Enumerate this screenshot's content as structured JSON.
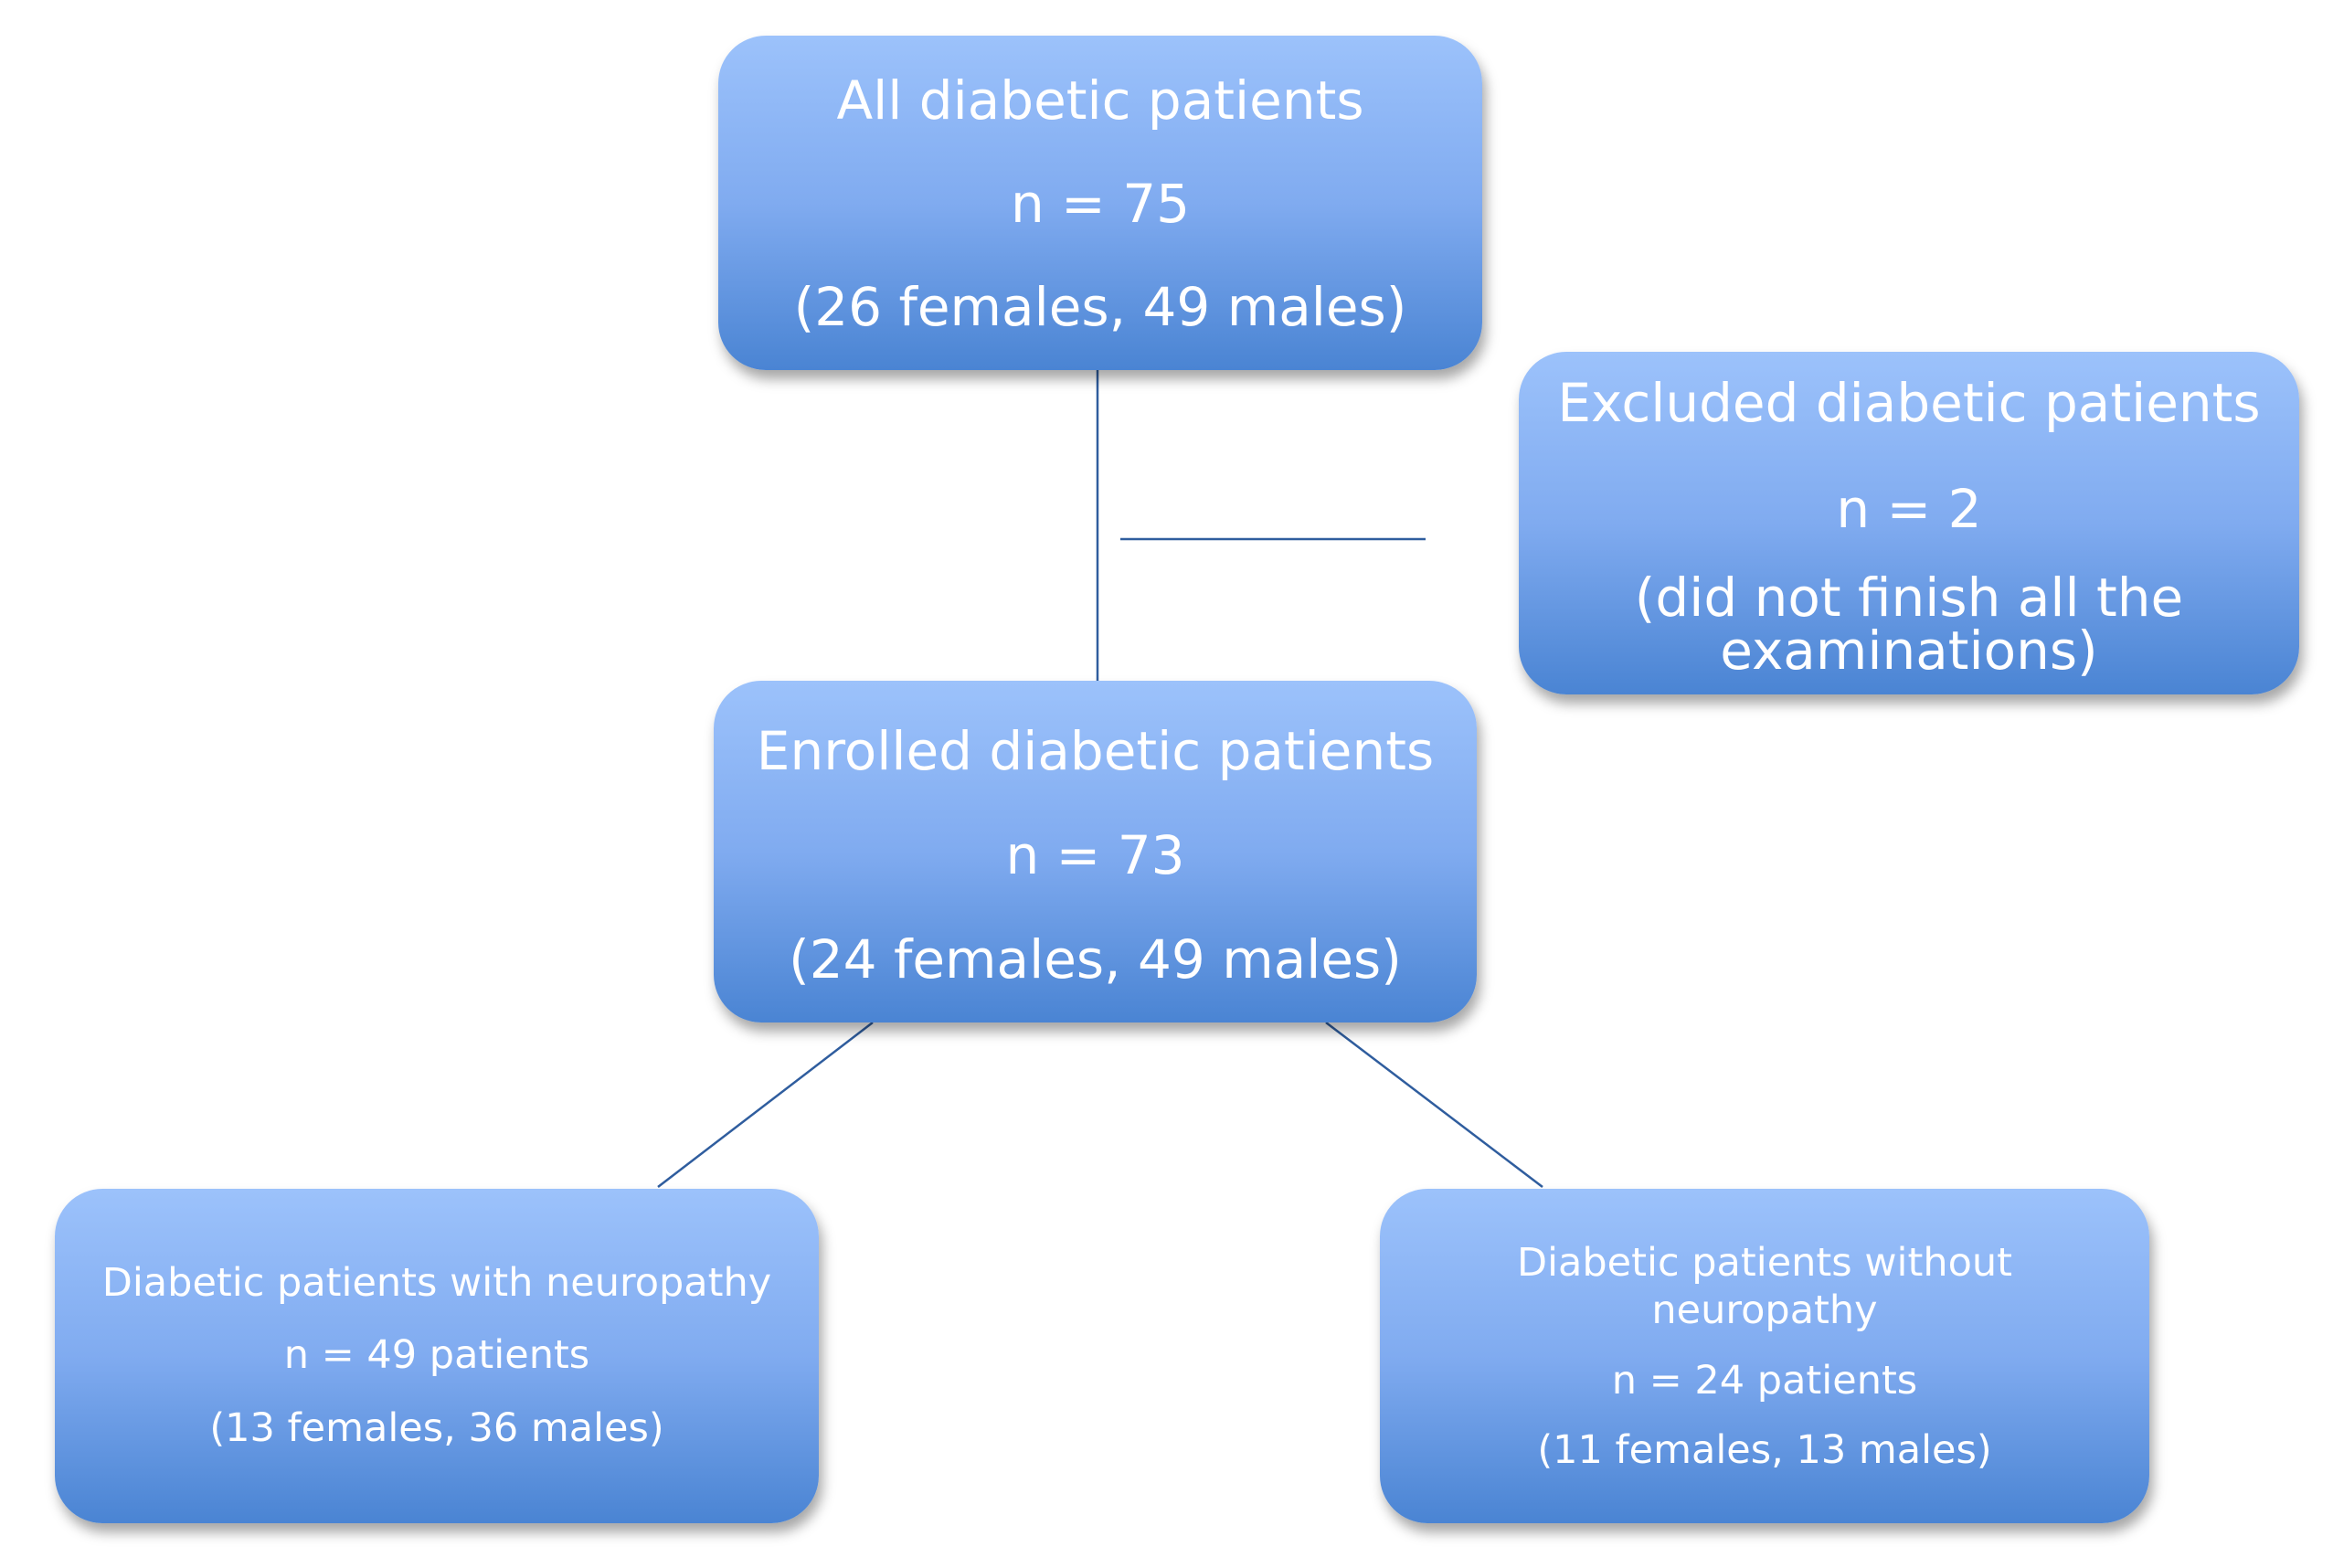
{
  "nodes": {
    "all": {
      "title": "All diabetic patients",
      "count": "n = 75",
      "detail": "(26 females, 49 males)"
    },
    "excluded": {
      "title": "Excluded diabetic patients",
      "count": "n = 2",
      "detail": "(did not finish all the examinations)"
    },
    "enrolled": {
      "title": "Enrolled diabetic patients",
      "count": "n = 73",
      "detail": "(24 females, 49 males)"
    },
    "with_neuropathy": {
      "title": "Diabetic patients with neuropathy",
      "count": "n = 49 patients",
      "detail": "(13 females, 36 males)"
    },
    "without_neuropathy": {
      "title": "Diabetic patients without neuropathy",
      "count": "n = 24 patients",
      "detail": "(11 females, 13 males)"
    }
  },
  "edges": [
    {
      "from": "all",
      "to": "enrolled"
    },
    {
      "from": "all",
      "to": "excluded"
    },
    {
      "from": "enrolled",
      "to": "with_neuropathy"
    },
    {
      "from": "enrolled",
      "to": "without_neuropathy"
    }
  ],
  "colors": {
    "box_top": "#9cc2fb",
    "box_bottom": "#4a84d3",
    "connector": "#2f5d9e",
    "text": "#ffffff"
  }
}
